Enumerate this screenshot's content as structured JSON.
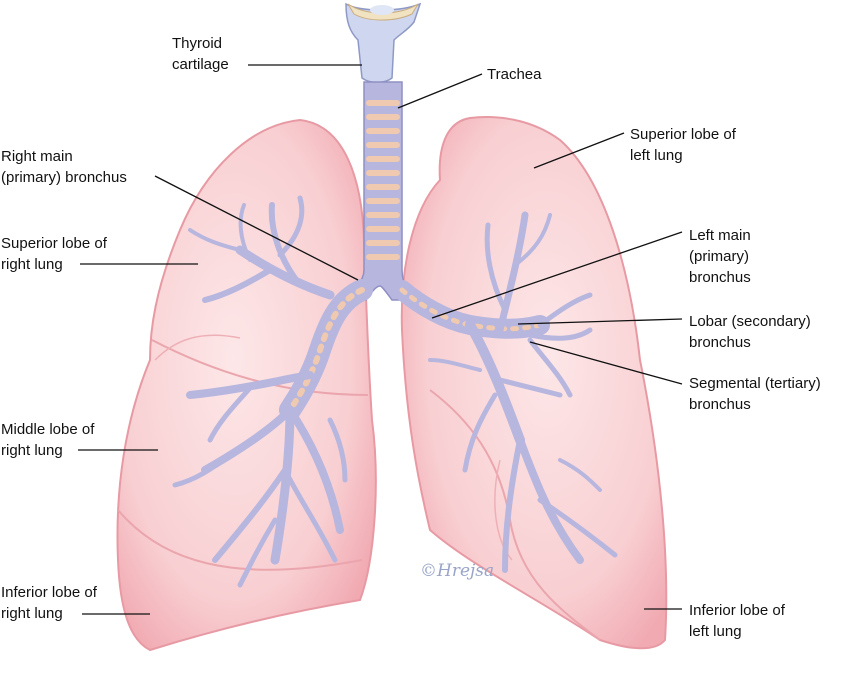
{
  "labels": {
    "thyroid": [
      "Thyroid",
      "cartilage"
    ],
    "trachea": [
      "Trachea"
    ],
    "right_main_bronchus": [
      "Right main",
      "(primary) bronchus"
    ],
    "superior_lobe_right": [
      "Superior lobe of",
      "right lung"
    ],
    "middle_lobe_right": [
      "Middle lobe of",
      "right lung"
    ],
    "inferior_lobe_right": [
      "Inferior lobe of",
      "right lung"
    ],
    "superior_lobe_left": [
      "Superior lobe of",
      "left lung"
    ],
    "left_main_bronchus": [
      "Left main",
      "(primary)",
      "bronchus"
    ],
    "lobar_bronchus": [
      "Lobar (secondary)",
      "bronchus"
    ],
    "segmental_bronchus": [
      "Segmental (tertiary)",
      "bronchus"
    ],
    "inferior_lobe_left": [
      "Inferior lobe of",
      "left lung"
    ]
  },
  "signature": "©Hrejsa",
  "colors": {
    "lung_fill": "#f7c9cc",
    "lung_edge": "#e79aa3",
    "airway": "#b7b6de",
    "cartilage_ring": "#efc9b0",
    "leader_line": "#111111"
  }
}
